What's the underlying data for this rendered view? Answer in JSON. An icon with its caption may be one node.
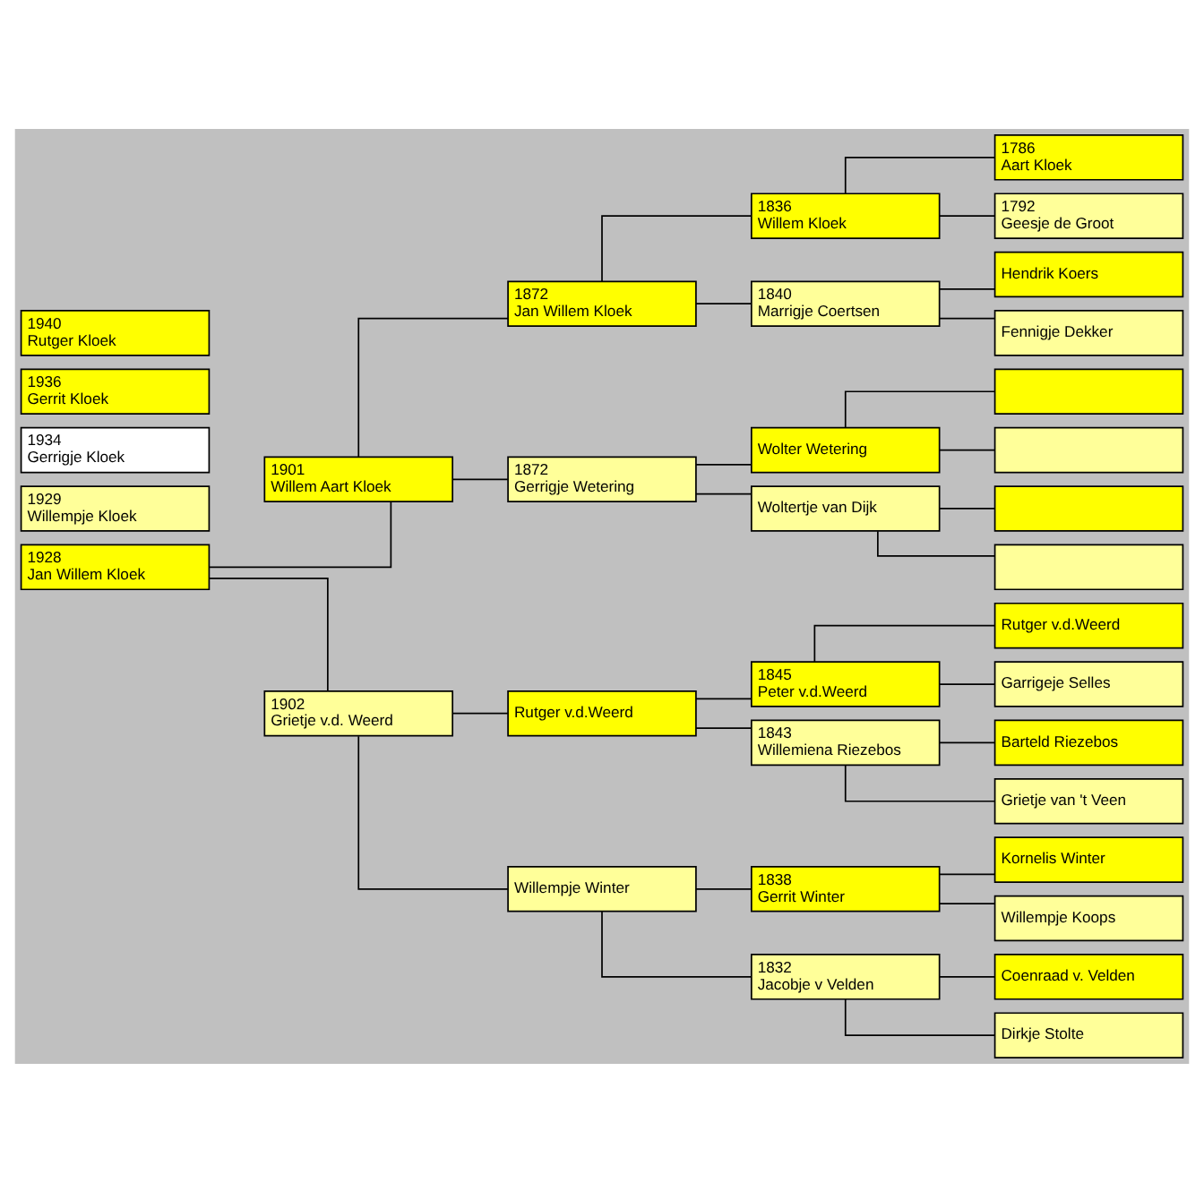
{
  "diagram": {
    "nodes": [
      {
        "text": [
          "1928",
          "Jan Willem Kloek"
        ]
      },
      {
        "text": [
          "1929",
          "Willempje Kloek"
        ]
      },
      {
        "text": [
          "1934",
          "Gerrigje Kloek"
        ]
      },
      {
        "text": [
          "1936",
          "Gerrit Kloek"
        ]
      },
      {
        "text": [
          "1940",
          "Rutger Kloek"
        ]
      },
      {
        "text": [
          "1901",
          "Willem Aart Kloek"
        ]
      },
      {
        "text": [
          "1902",
          "Grietje v.d. Weerd"
        ]
      },
      {
        "text": [
          "1872",
          "Jan Willem Kloek"
        ]
      },
      {
        "text": [
          "1872",
          "Gerrigje Wetering"
        ]
      },
      {
        "text": [
          "Rutger v.d.Weerd"
        ]
      },
      {
        "text": [
          "Willempje Winter"
        ]
      },
      {
        "text": [
          "1836",
          "Willem Kloek"
        ]
      },
      {
        "text": [
          "1840",
          "Marrigje Coertsen"
        ]
      },
      {
        "text": [
          "Wolter Wetering"
        ]
      },
      {
        "text": [
          "Woltertje van Dijk"
        ]
      },
      {
        "text": [
          "1845",
          "Peter v.d.Weerd"
        ]
      },
      {
        "text": [
          "1843",
          "Willemiena Riezebos"
        ]
      },
      {
        "text": [
          "1838",
          "Gerrit Winter"
        ]
      },
      {
        "text": [
          "1832",
          "Jacobje v Velden"
        ]
      },
      {
        "text": [
          "1786",
          "Aart Kloek"
        ]
      },
      {
        "text": [
          "1792",
          "Geesje de Groot"
        ]
      },
      {
        "text": [
          "Hendrik Koers"
        ]
      },
      {
        "text": [
          "Fennigje Dekker"
        ]
      },
      {
        "text": [],
        "shape": "box"
      },
      {
        "text": [],
        "shape": "box"
      },
      {
        "text": [],
        "shape": "box"
      },
      {
        "text": [],
        "shape": "box"
      },
      {
        "text": [
          "Rutger v.d.Weerd"
        ]
      },
      {
        "text": [
          "Garrigeje Selles"
        ]
      },
      {
        "text": [
          "Barteld Riezebos"
        ]
      },
      {
        "text": [
          "Grietje van 't Veen"
        ]
      },
      {
        "text": [
          "Kornelis Winter"
        ]
      },
      {
        "text": [
          "Willempje Koops"
        ]
      },
      {
        "text": [
          "Coenraad v. Velden"
        ]
      },
      {
        "text": [
          "Dirkje Stolte"
        ]
      }
    ],
    "edges": [
      {
        "from": 0,
        "to": 5,
        "arrow": "none"
      },
      {
        "from": 0,
        "to": 6,
        "arrow": "none"
      },
      {
        "from": 5,
        "to": 7,
        "arrow": "none"
      },
      {
        "from": 5,
        "to": 8,
        "arrow": "none"
      },
      {
        "from": 6,
        "to": 9,
        "arrow": "none"
      },
      {
        "from": 6,
        "to": 10,
        "arrow": "none"
      },
      {
        "from": 7,
        "to": 11,
        "arrow": "none"
      },
      {
        "from": 7,
        "to": 12,
        "arrow": "none"
      },
      {
        "from": 8,
        "to": 13,
        "arrow": "none"
      },
      {
        "from": 8,
        "to": 14,
        "arrow": "none"
      },
      {
        "from": 9,
        "to": 15,
        "arrow": "none"
      },
      {
        "from": 9,
        "to": 16,
        "arrow": "none"
      },
      {
        "from": 10,
        "to": 17,
        "arrow": "none"
      },
      {
        "from": 10,
        "to": 18,
        "arrow": "none"
      },
      {
        "from": 11,
        "to": 19,
        "arrow": "none"
      },
      {
        "from": 11,
        "to": 20,
        "arrow": "none"
      },
      {
        "from": 12,
        "to": 21,
        "arrow": "none"
      },
      {
        "from": 12,
        "to": 22,
        "arrow": "none"
      },
      {
        "from": 13,
        "to": 23,
        "arrow": "none"
      },
      {
        "from": 13,
        "to": 24,
        "arrow": "none"
      },
      {
        "from": 14,
        "to": 25,
        "arrow": "none"
      },
      {
        "from": 14,
        "to": 26,
        "arrow": "none"
      },
      {
        "from": 15,
        "to": 27,
        "arrow": "none"
      },
      {
        "from": 15,
        "to": 28,
        "arrow": "none"
      },
      {
        "from": 16,
        "to": 29,
        "arrow": "none"
      },
      {
        "from": 16,
        "to": 30,
        "arrow": "none"
      },
      {
        "from": 17,
        "to": 31,
        "arrow": "none"
      },
      {
        "from": 17,
        "to": 32,
        "arrow": "none"
      },
      {
        "from": 18,
        "to": 33,
        "arrow": "none"
      },
      {
        "from": 18,
        "to": 34,
        "arrow": "none"
      }
    ]
  }
}
